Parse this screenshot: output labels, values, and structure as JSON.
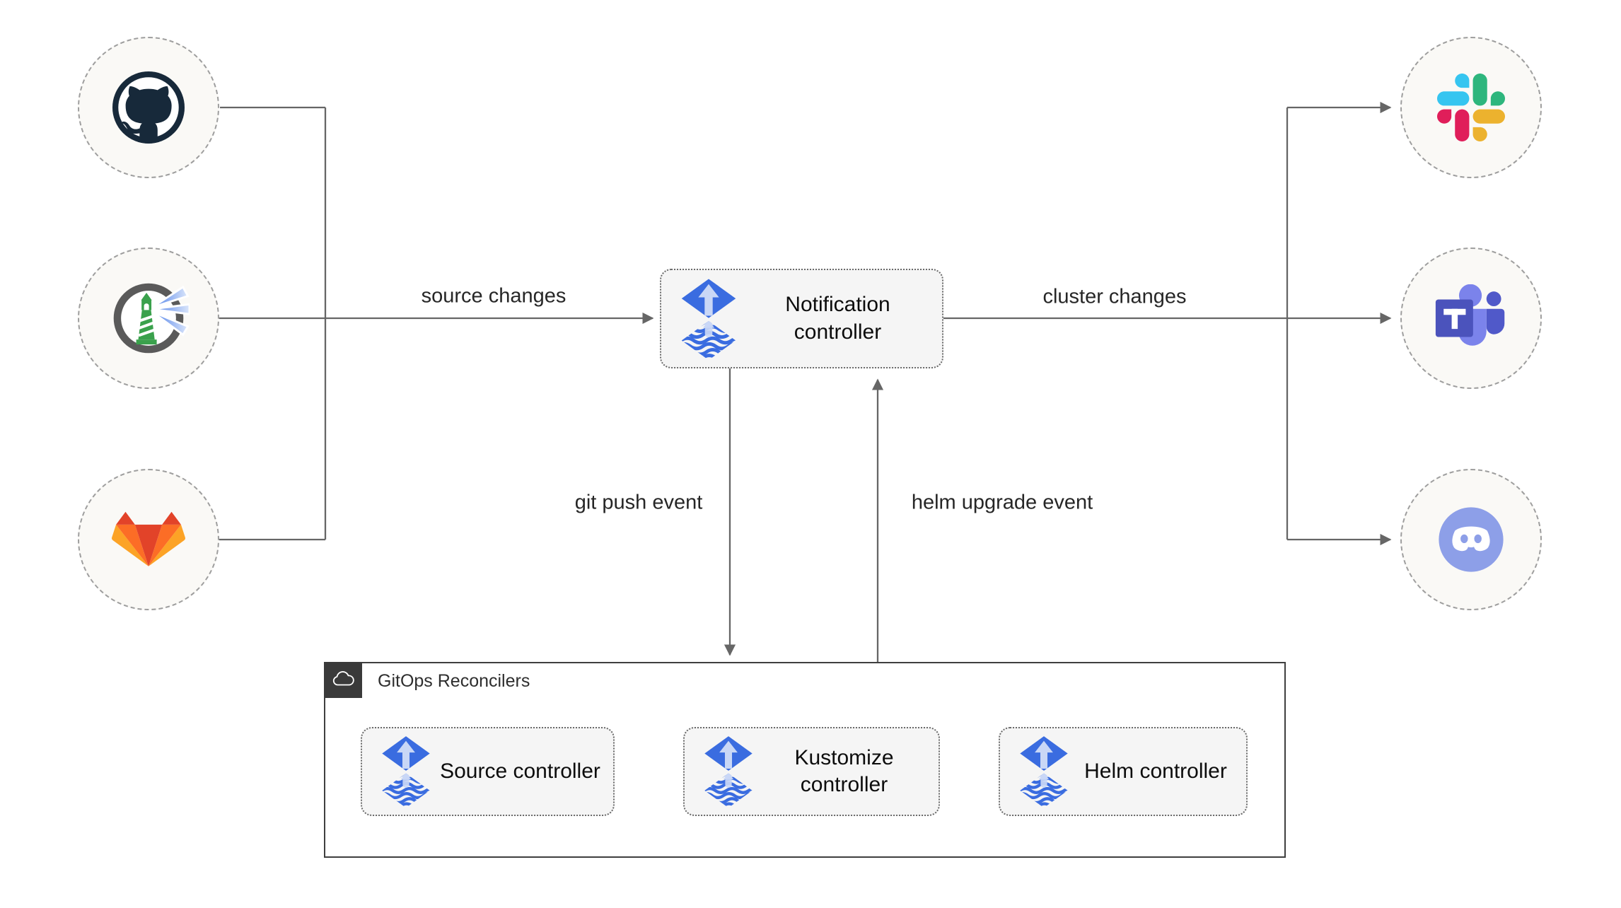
{
  "edges": {
    "source_changes": "source changes",
    "cluster_changes": "cluster changes",
    "git_push_event": "git push event",
    "helm_upgrade_event": "helm upgrade event"
  },
  "nodes": {
    "notification": {
      "label": "Notification controller",
      "icon": "flux-icon"
    }
  },
  "group": {
    "title": "GitOps Reconcilers",
    "header_icon": "cloud-icon",
    "items": [
      {
        "label": "Source controller",
        "icon": "flux-icon"
      },
      {
        "label": "Kustomize controller",
        "icon": "flux-icon"
      },
      {
        "label": "Helm controller",
        "icon": "flux-icon"
      }
    ]
  },
  "sources": [
    {
      "icon": "github-icon"
    },
    {
      "icon": "harbor-icon"
    },
    {
      "icon": "gitlab-icon"
    }
  ],
  "targets": [
    {
      "icon": "slack-icon"
    },
    {
      "icon": "teams-icon"
    },
    {
      "icon": "discord-icon"
    }
  ],
  "colors": {
    "connector": "#666666",
    "node_fill": "#f5f5f5",
    "node_border": "#6a6a6a",
    "circle_fill": "#faf9f6",
    "circle_border": "#9e9e9e",
    "group_border": "#3f3f3f",
    "group_header": "#3a3a3a",
    "flux_blue": "#3a6ce0",
    "flux_arrow_light": "#c9d7f6",
    "github_dark": "#17293a",
    "gitlab_red": "#e24329",
    "gitlab_orange": "#fc6d26",
    "gitlab_yellow": "#fca326",
    "harbor_gray": "#5a5a5a",
    "harbor_green": "#3aa14c",
    "harbor_beam": "#5b8cf0",
    "slack_blue": "#36c5f0",
    "slack_green": "#2eb67d",
    "slack_yellow": "#ecb22e",
    "slack_red": "#e01e5a",
    "teams_dark": "#5059c9",
    "teams_light": "#7b83eb",
    "teams_square": "#4b53bc",
    "discord_blurple": "#8d9fe8"
  }
}
